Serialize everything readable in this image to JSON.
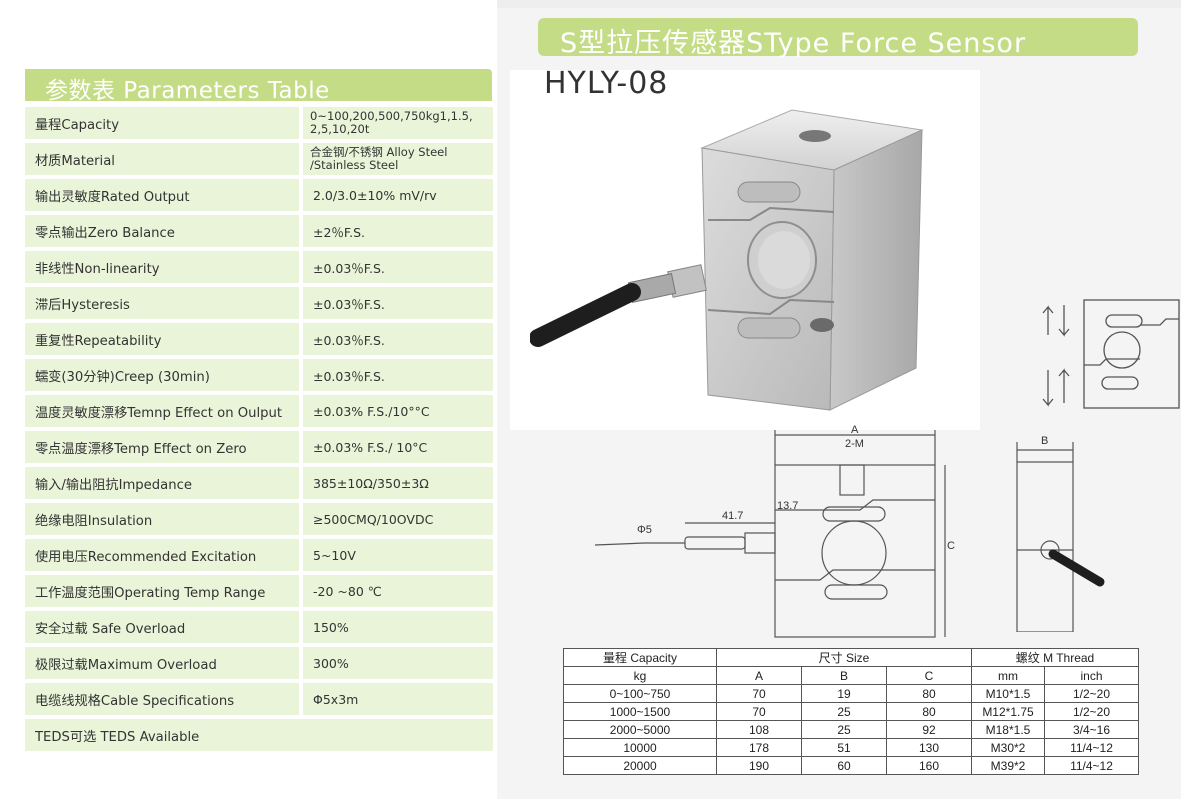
{
  "params": {
    "header": "参数表  Parameters Table",
    "rows": [
      {
        "name": "量程Capacity",
        "value": "0~100,200,500,750kg1,1.5, 2,5,10,20t"
      },
      {
        "name": "材质Material",
        "value": "合金钢/不锈钢 Alloy Steel /Stainless Steel"
      },
      {
        "name": "输出灵敏度Rated Output",
        "value": "2.0/3.0±10% mV/rv"
      },
      {
        "name": "零点输出Zero Balance",
        "value": "±2％F.S."
      },
      {
        "name": "非线性Non-linearity",
        "value": "±0.03％F.S."
      },
      {
        "name": "滞后Hysteresis",
        "value": "±0.03％F.S."
      },
      {
        "name": "重复性Repeatability",
        "value": "±0.03％F.S."
      },
      {
        "name": "蠕变(30分钟)Creep (30min)",
        "value": "±0.03％F.S."
      },
      {
        "name": "温度灵敏度漂移Temnp Effect on Oulput",
        "value": "±0.03% F.S./10°°C"
      },
      {
        "name": "零点温度漂移Temp Effect on Zero",
        "value": "±0.03% F.S./ 10°C"
      },
      {
        "name": "输入/输出阻抗Impedance",
        "value": "385±10Ω/350±3Ω"
      },
      {
        "name": "绝缘电阻Insulation",
        "value": "≥500CMQ/10OVDC"
      },
      {
        "name": "使用电压Recommended Excitation",
        "value": "5~10V"
      },
      {
        "name": "工作温度范围Operating Temp Range",
        "value": "-20 ~80 ℃"
      },
      {
        "name": "安全过载 Safe Overload",
        "value": "150%"
      },
      {
        "name": "极限过载Maximum Overload",
        "value": "300%"
      },
      {
        "name": "电缆线规格Cable Specifications",
        "value": "Φ5x3m"
      }
    ],
    "footer": "TEDS可选 TEDS Available"
  },
  "product": {
    "title": "S型拉压传感器SType Force Sensor",
    "model": "HYLY-08"
  },
  "drawing": {
    "label_a": "A",
    "label_2m": "2-M",
    "label_b": "B",
    "label_c": "C",
    "dim_137": "13.7",
    "dim_417": "41.7",
    "dim_phi5": "Φ5"
  },
  "spec_table": {
    "header": {
      "capacity": "量程 Capacity",
      "size": "尺寸 Size",
      "thread": "螺纹 M Thread"
    },
    "subheader": {
      "unit": "kg",
      "a": "A",
      "b": "B",
      "c": "C",
      "mm": "mm",
      "inch": "inch"
    },
    "rows": [
      {
        "kg": "0~100~750",
        "a": "70",
        "b": "19",
        "c": "80",
        "mm": "M10*1.5",
        "inch": "1/2~20"
      },
      {
        "kg": "1000~1500",
        "a": "70",
        "b": "25",
        "c": "80",
        "mm": "M12*1.75",
        "inch": "1/2~20"
      },
      {
        "kg": "2000~5000",
        "a": "108",
        "b": "25",
        "c": "92",
        "mm": "M18*1.5",
        "inch": "3/4~16"
      },
      {
        "kg": "10000",
        "a": "178",
        "b": "51",
        "c": "130",
        "mm": "M30*2",
        "inch": "11/4~12"
      },
      {
        "kg": "20000",
        "a": "190",
        "b": "60",
        "c": "160",
        "mm": "M39*2",
        "inch": "11/4~12"
      }
    ]
  }
}
